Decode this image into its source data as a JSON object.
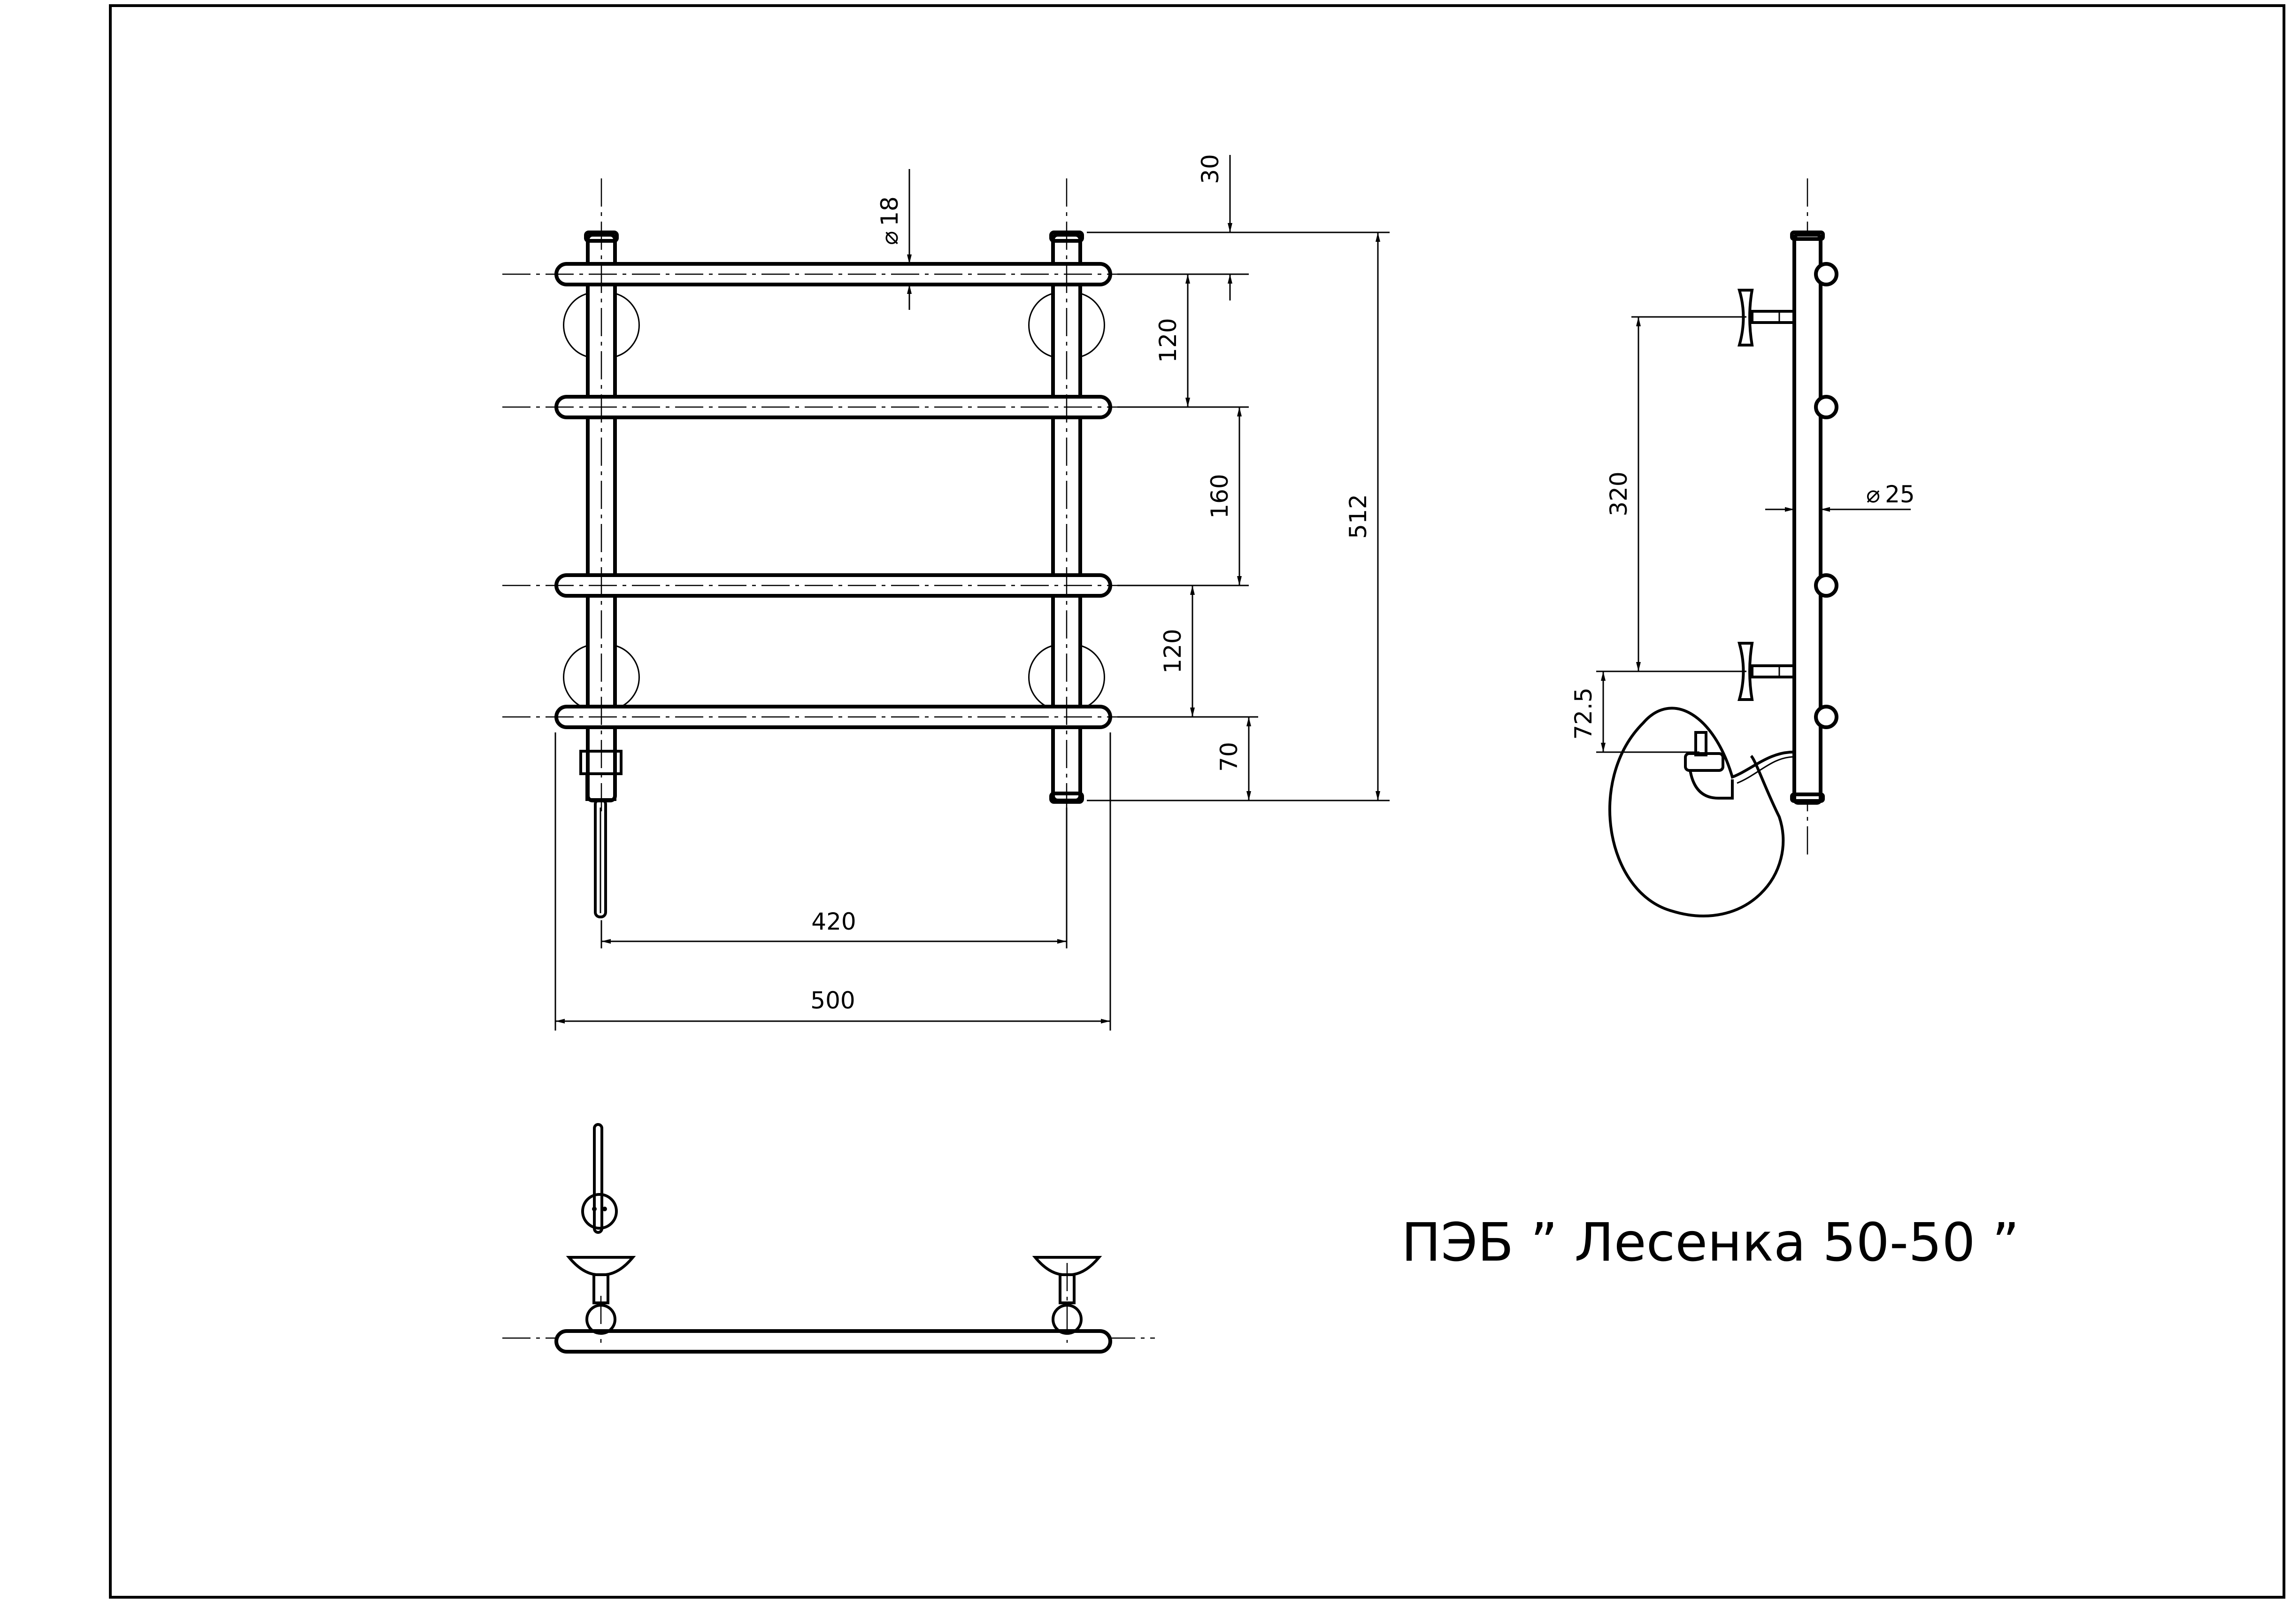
{
  "title": "ПЭБ ”  Лесенка 50-50 ”",
  "front_view": {
    "dimensions": {
      "tube_diameter": "18",
      "top_offset": "30",
      "spacing_top": "120",
      "spacing_middle": "160",
      "spacing_bottom": "120",
      "bottom_offset": "70",
      "total_height": "512",
      "mount_width": "420",
      "total_width": "500"
    }
  },
  "side_view": {
    "dimensions": {
      "bracket_spacing": "320",
      "riser_diameter": "25",
      "bracket_offset": "72.5"
    }
  },
  "symbols": {
    "diameter": "⌀"
  }
}
